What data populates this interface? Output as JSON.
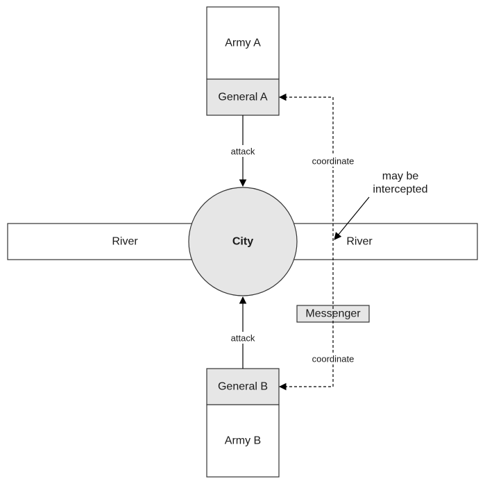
{
  "nodes": {
    "army_a": "Army A",
    "general_a": "General A",
    "city": "City",
    "river_left": "River",
    "river_right": "River",
    "messenger": "Messenger",
    "general_b": "General B",
    "army_b": "Army B"
  },
  "edges": {
    "attack_top": "attack",
    "attack_bottom": "attack",
    "coordinate_top": "coordinate",
    "coordinate_bottom": "coordinate"
  },
  "annotation": {
    "line1": "may be",
    "line2": "intercepted"
  },
  "colors": {
    "node_fill": "#e6e6e6",
    "white_fill": "#ffffff",
    "stroke": "#333333"
  }
}
